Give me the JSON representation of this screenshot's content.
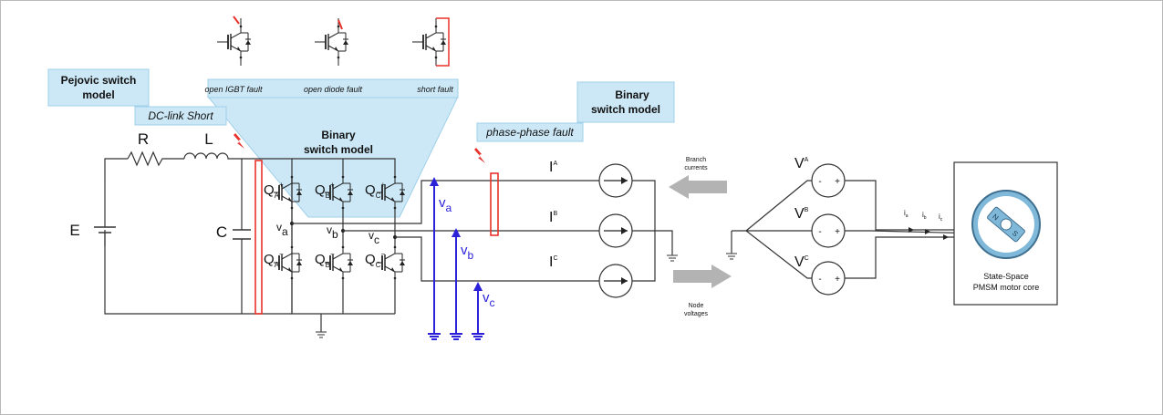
{
  "callouts": {
    "pejovic_line1": "Pejovic switch",
    "pejovic_line2": "model",
    "dc_link_short": "DC-link Short",
    "binary_center_line1": "Binary",
    "binary_center_line2": "switch model",
    "binary_right_line1": "Binary",
    "binary_right_line2": "switch model",
    "phase_phase_fault": "phase-phase fault"
  },
  "faults": {
    "open_igbt": "open IGBT fault",
    "open_diode": "open diode fault",
    "short": "short fault"
  },
  "circuit": {
    "R": "R",
    "L": "L",
    "E": "E",
    "C": "C",
    "Q": "Q",
    "sw_a": "A",
    "sw_b": "B",
    "sw_c": "C",
    "plus": "+",
    "minus": "−",
    "v": "v",
    "node_a": "a",
    "node_b": "b",
    "node_c": "c"
  },
  "probes": {
    "v": "v",
    "a": "a",
    "b": "b",
    "c": "c"
  },
  "sources": {
    "I": "I",
    "V": "V",
    "A": "A",
    "B": "B",
    "C": "C",
    "src_minus": "-",
    "src_plus": "+"
  },
  "arrows": {
    "branch_line1": "Branch",
    "branch_line2": "currents",
    "node_line1": "Node",
    "node_line2": "voltages"
  },
  "motor": {
    "line1": "State-Space",
    "line2": "PMSM motor core",
    "i": "i",
    "ia": "a",
    "ib": "b",
    "ic": "c",
    "n": "N",
    "s": "S"
  },
  "colors": {
    "callout_fill": "#cce8f6",
    "callout_border": "#9fd0ea",
    "fault_red": "#e8322c",
    "probe_blue": "#2b21d9",
    "arrow_gray": "#b3b3b3"
  }
}
